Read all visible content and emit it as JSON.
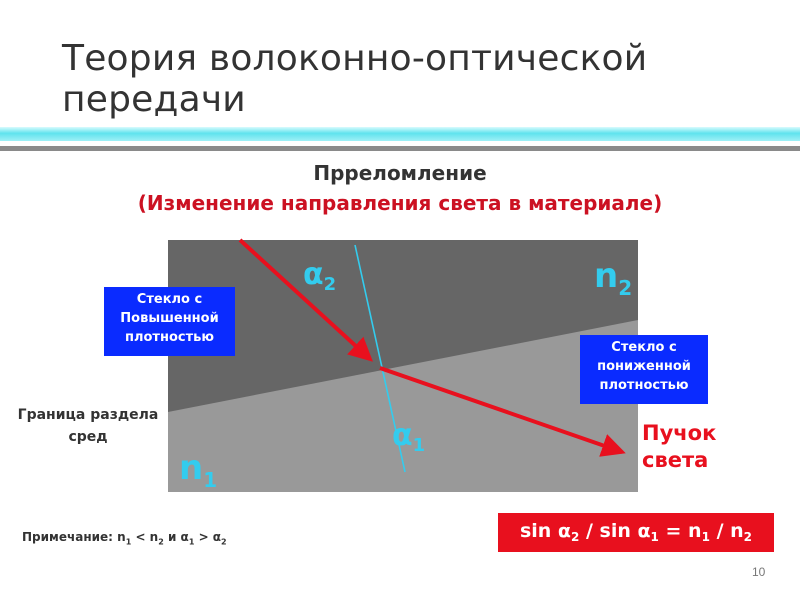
{
  "slide": {
    "title": "Теория волоконно-оптической передачи",
    "page_number": "10"
  },
  "diagram": {
    "heading": "Прреломление",
    "subheading": "(Изменение направления света в материале)",
    "dense_glass_label": "Стекло с Повышенной плотностью",
    "less_dense_glass_label": "Стекло с пониженной плотностью",
    "boundary_label": "Граница раздела сред",
    "beam_label": "Пучок света",
    "alpha_sym": "α",
    "alpha2_sub": "2",
    "alpha1_sub": "1",
    "n_sym": "n",
    "n2_sub": "2",
    "n1_sub": "1",
    "colors": {
      "upper_medium": "#666666",
      "lower_medium": "#999999",
      "beam": "#e8101e",
      "normal_line": "#33ccee",
      "label_box": "#0a2bff"
    }
  },
  "note": {
    "prefix": "Примечание: n",
    "s1": "1",
    "lt": " < n",
    "s2": "2",
    "and": " и α",
    "s3": "1",
    "gt": " > α",
    "s4": "2"
  },
  "formula": {
    "p1": "sin α",
    "s1": "2",
    "p2": " / sin α",
    "s2": "1",
    "p3": " = n",
    "s3": "1",
    "p4": " / n",
    "s4": "2"
  }
}
